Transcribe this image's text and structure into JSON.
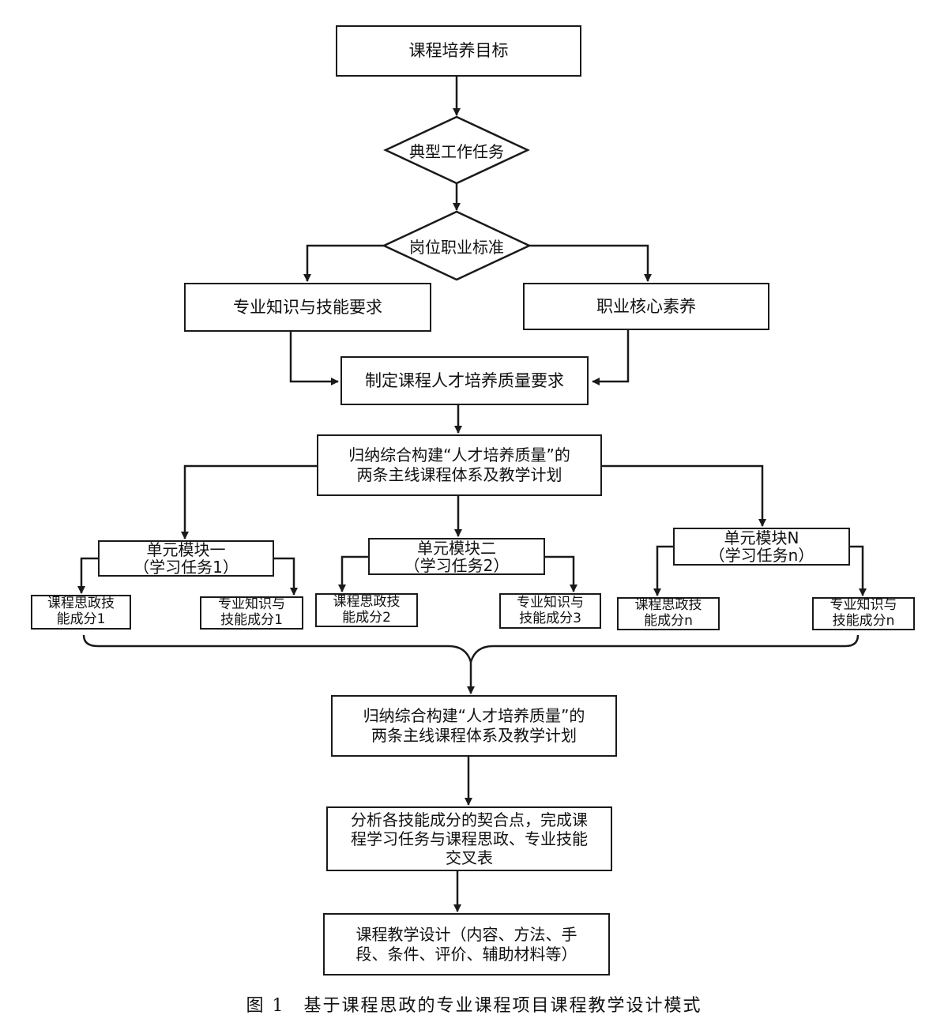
{
  "nodes": {
    "goal": "课程培养目标",
    "typical_task": "典型工作任务",
    "post_standard": "岗位职业标准",
    "knowledge_req": "专业知识与技能要求",
    "core_literacy": "职业核心素养",
    "quality_req": "制定课程人才培养质量要求",
    "system_top": {
      "line1": "归纳综合构建“人才培养质量”的",
      "line2": "两条主线课程体系及教学计划"
    },
    "module1": {
      "line1": "单元模块一",
      "line2": "（学习任务1）"
    },
    "module2": {
      "line1": "单元模块二",
      "line2": "（学习任务2）"
    },
    "moduleN": {
      "line1": "单元模块N",
      "line2": "（学习任务n）"
    },
    "m1_left": {
      "line1": "课程思政技",
      "line2": "能成分1"
    },
    "m1_right": {
      "line1": "专业知识与",
      "line2": "技能成分1"
    },
    "m2_left": {
      "line1": "课程思政技",
      "line2": "能成分2"
    },
    "m2_right": {
      "line1": "专业知识与",
      "line2": "技能成分3"
    },
    "mN_left": {
      "line1": "课程思政技",
      "line2": "能成分n"
    },
    "mN_right": {
      "line1": "专业知识与",
      "line2": "技能成分n"
    },
    "system_bottom": {
      "line1": "归纳综合构建“人才培养质量”的",
      "line2": "两条主线课程体系及教学计划"
    },
    "analysis": {
      "line1": "分析各技能成分的契合点，完成课",
      "line2": "程学习任务与课程思政、专业技能",
      "line3": "交叉表"
    },
    "design": {
      "line1": "课程教学设计（内容、方法、手",
      "line2": "段、条件、评价、辅助材料等）"
    }
  },
  "caption": "图 1　基于课程思政的专业课程项目课程教学设计模式"
}
